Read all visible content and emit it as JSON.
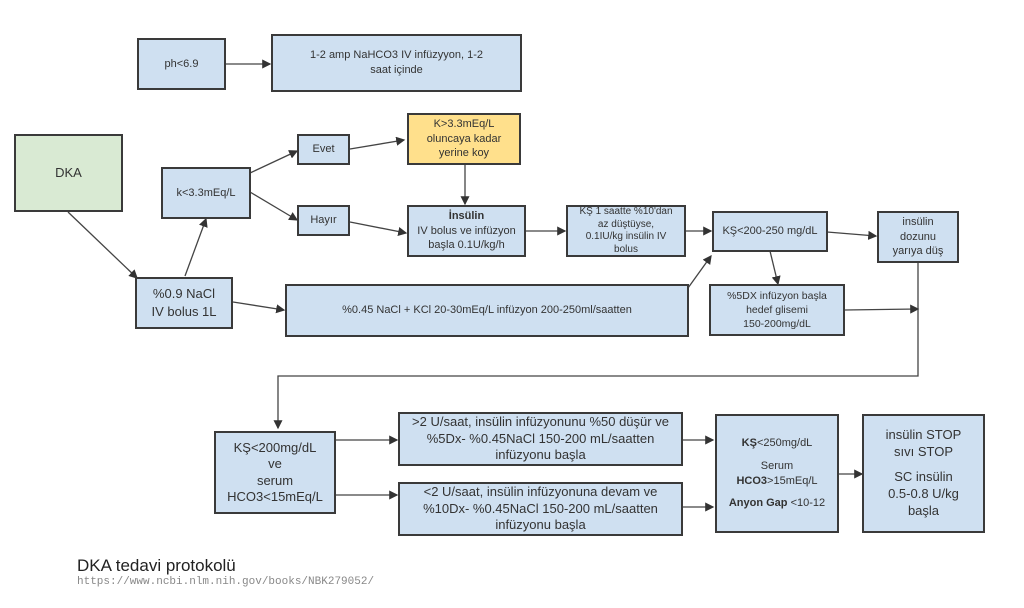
{
  "nodes": {
    "ph": {
      "lines": [
        "ph<6.9"
      ]
    },
    "nahco3": {
      "lines": [
        "1-2 amp NaHCO3 IV infüzyyon, 1-2",
        "saat içinde"
      ]
    },
    "dka": {
      "lines": [
        "DKA"
      ]
    },
    "k_check": {
      "lines": [
        "k<3.3mEq/L"
      ]
    },
    "evet": {
      "lines": [
        "Evet"
      ]
    },
    "hayir": {
      "lines": [
        "Hayır"
      ]
    },
    "k_replace": {
      "lines": [
        "K>3.3mEq/L",
        "oluncaya kadar",
        "yerine koy"
      ]
    },
    "insulin": {
      "title": "İnsülin",
      "lines": [
        "IV bolus ve infüzyon",
        "başla 0.1U/kg/h"
      ]
    },
    "ks_drop": {
      "lines": [
        "KŞ 1 saatte %10'dan",
        "az düştüyse,",
        "0.1IU/kg insülin IV",
        "bolus"
      ]
    },
    "ks_200_250": {
      "lines": [
        "KŞ<200-250 mg/dL"
      ]
    },
    "halve_dose": {
      "lines": [
        "insülin",
        "dozunu",
        "yarıya düş"
      ]
    },
    "nacl_09": {
      "lines": [
        "%0.9 NaCl",
        "IV bolus 1L"
      ]
    },
    "nacl_045": {
      "lines": [
        "%0.45 NaCl + KCl 20-30mEq/L infüzyon 200-250ml/saatten"
      ]
    },
    "dx5": {
      "lines": [
        "%5DX infüzyon başla",
        "hedef glisemi",
        "150-200mg/dL"
      ]
    },
    "ks_200_hco3": {
      "lines": [
        "KŞ<200mg/dL",
        "ve",
        "serum",
        "HCO3<15mEq/L"
      ]
    },
    "gt2": {
      "lines": [
        ">2 U/saat, insülin infüzyonunu %50 düşür ve",
        "%5Dx- %0.45NaCl 150-200 mL/saatten",
        "infüzyonu başla"
      ]
    },
    "lt2": {
      "lines": [
        "<2 U/saat, insülin infüzyonuna devam ve",
        "%10Dx- %0.45NaCl 150-200 mL/saatten",
        "infüzyonu başla"
      ]
    },
    "targets": {
      "ks_bold": "KŞ",
      "ks_rest": "<250mg/dL",
      "serum": "Serum",
      "hco3_bold": "HCO3",
      "hco3_rest": ">15mEq/L",
      "ag_bold": "Anyon Gap",
      "ag_rest": " <10-12"
    },
    "stop": {
      "lines": [
        "insülin STOP",
        "sıvı STOP"
      ],
      "lines2": [
        "SC insülin",
        "0.5-0.8 U/kg",
        "başla"
      ]
    }
  },
  "caption": {
    "title": "DKA tedavi protokolü",
    "source": "https://www.ncbi.nlm.nih.gov/books/NBK279052/"
  },
  "colors": {
    "blue": "#cfe0f1",
    "green": "#d9ead3",
    "yellow": "#ffe08c",
    "line": "#333333"
  }
}
